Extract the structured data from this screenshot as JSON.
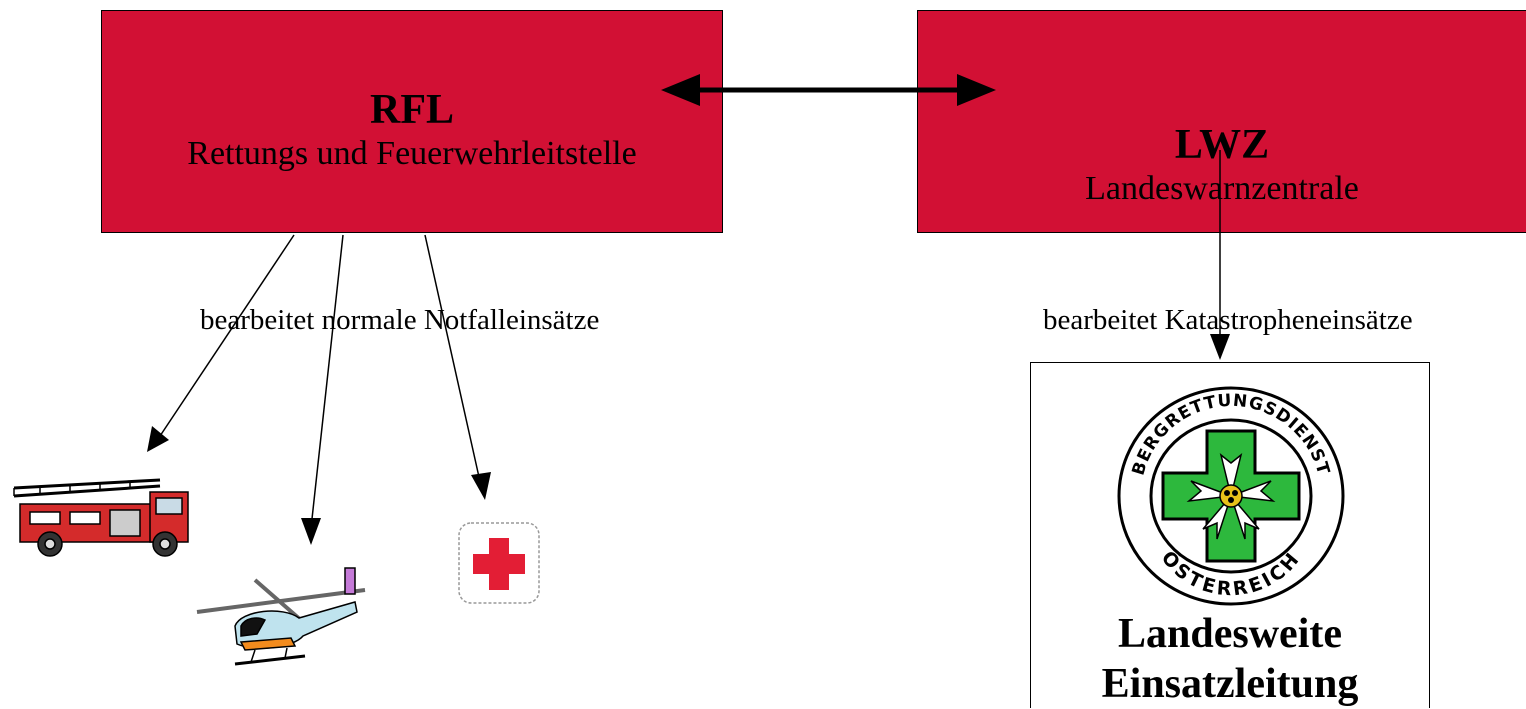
{
  "rfl": {
    "abbr": "RFL",
    "name": "Rettungs und Feuerwehrleitstelle",
    "label": "bearbeitet normale Notfalleinsätze"
  },
  "lwz": {
    "abbr": "LWZ",
    "name": "Landeswarnzentrale",
    "label": "bearbeitet Katastropheneinsätze"
  },
  "ble": {
    "title_line1": "Landesweite",
    "title_line2": "Einsatzleitung",
    "logo_text": "BERGRETTUNGSDIENST",
    "logo_text_bottom": "ÖSTERREICH"
  },
  "icons": [
    "fire-truck-icon",
    "helicopter-icon",
    "red-cross-icon",
    "edelweiss-icon"
  ],
  "colors": {
    "box_red": "#d21034",
    "logo_green": "#2db83d",
    "cross_red": "#e31e35"
  }
}
